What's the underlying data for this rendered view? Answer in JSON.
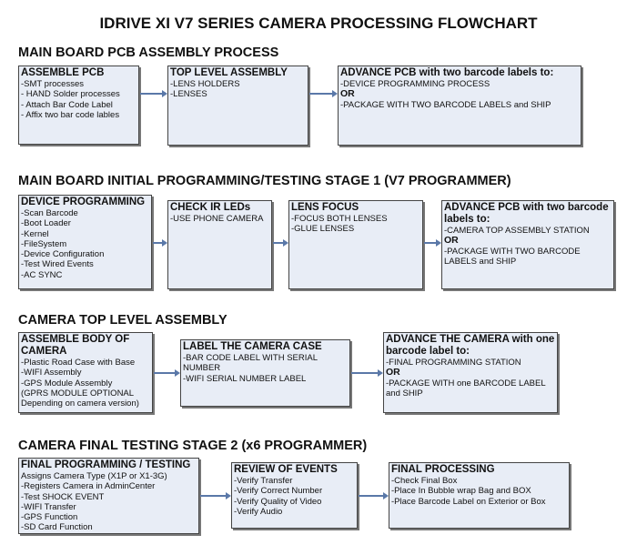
{
  "title": "IDRIVE XI V7 SERIES CAMERA PROCESSING FLOWCHART",
  "colors": {
    "box_fill": "#e8edf6",
    "box_border": "#444444",
    "arrow": "#5a78a8"
  },
  "sections": [
    {
      "heading": "MAIN BOARD PCB ASSEMBLY PROCESS",
      "boxes": [
        {
          "title": "ASSEMBLE PCB",
          "lines": [
            " -SMT processes",
            "- HAND Solder processes",
            "- Attach Bar Code Label",
            "- Affix two bar code lables"
          ]
        },
        {
          "title": "TOP LEVEL ASSEMBLY",
          "lines": [
            "-LENS HOLDERS",
            "-LENSES"
          ]
        },
        {
          "title": "ADVANCE PCB with two barcode labels to:",
          "lines": [
            "-DEVICE PROGRAMMING PROCESS",
            "OR",
            "-PACKAGE WITH TWO BARCODE LABELS and SHIP"
          ]
        }
      ]
    },
    {
      "heading": "MAIN BOARD INITIAL PROGRAMMING/TESTING STAGE 1 (V7 PROGRAMMER)",
      "boxes": [
        {
          "title": "DEVICE PROGRAMMING",
          "lines": [
            "-Scan Barcode",
            "-Boot Loader",
            "-Kernel",
            "-FileSystem",
            "-Device Configuration",
            "-Test Wired Events",
            "-AC SYNC"
          ]
        },
        {
          "title": "CHECK IR LEDs",
          "lines": [
            "-USE PHONE CAMERA"
          ]
        },
        {
          "title": "LENS FOCUS",
          "lines": [
            "-FOCUS BOTH LENSES",
            "-GLUE LENSES"
          ]
        },
        {
          "title": "ADVANCE PCB with two barcode labels to:",
          "lines": [
            "-CAMERA TOP ASSEMBLY STATION",
            "OR",
            "-PACKAGE WITH TWO BARCODE LABELS and SHIP"
          ]
        }
      ]
    },
    {
      "heading": "CAMERA TOP LEVEL ASSEMBLY",
      "boxes": [
        {
          "title": "ASSEMBLE BODY OF CAMERA",
          "lines": [
            "-Plastic Road Case with Base",
            "-WIFI Assembly",
            "-GPS Module Assembly",
            "(GPRS MODULE OPTIONAL Depending on camera version)"
          ]
        },
        {
          "title": "LABEL THE CAMERA CASE",
          "lines": [
            "-BAR CODE LABEL WITH SERIAL NUMBER",
            "-WIFI SERIAL NUMBER LABEL"
          ]
        },
        {
          "title": "ADVANCE THE CAMERA with one barcode label to:",
          "lines": [
            "-FINAL PROGRAMMING STATION",
            " OR",
            "-PACKAGE WITH one BARCODE LABEL and SHIP"
          ]
        }
      ]
    },
    {
      "heading": "CAMERA FINAL TESTING STAGE 2 (x6 PROGRAMMER)",
      "boxes": [
        {
          "title": "FINAL PROGRAMMING / TESTING",
          "lines": [
            "Assigns Camera Type (X1P or X1-3G)",
            "-Registers Camera in AdminCenter",
            "-Test SHOCK EVENT",
            "-WIFI Transfer",
            "-GPS Function",
            "-SD Card Function"
          ]
        },
        {
          "title": "REVIEW OF EVENTS",
          "lines": [
            "-Verify Transfer",
            "-Verify Correct Number",
            "-Verify Quality of Video",
            "-Verify Audio"
          ]
        },
        {
          "title": "FINAL PROCESSING",
          "lines": [
            " -Check Final Box",
            "-Place In Bubble wrap Bag and BOX",
            "-Place Barcode Label on Exterior or Box"
          ]
        }
      ]
    }
  ]
}
